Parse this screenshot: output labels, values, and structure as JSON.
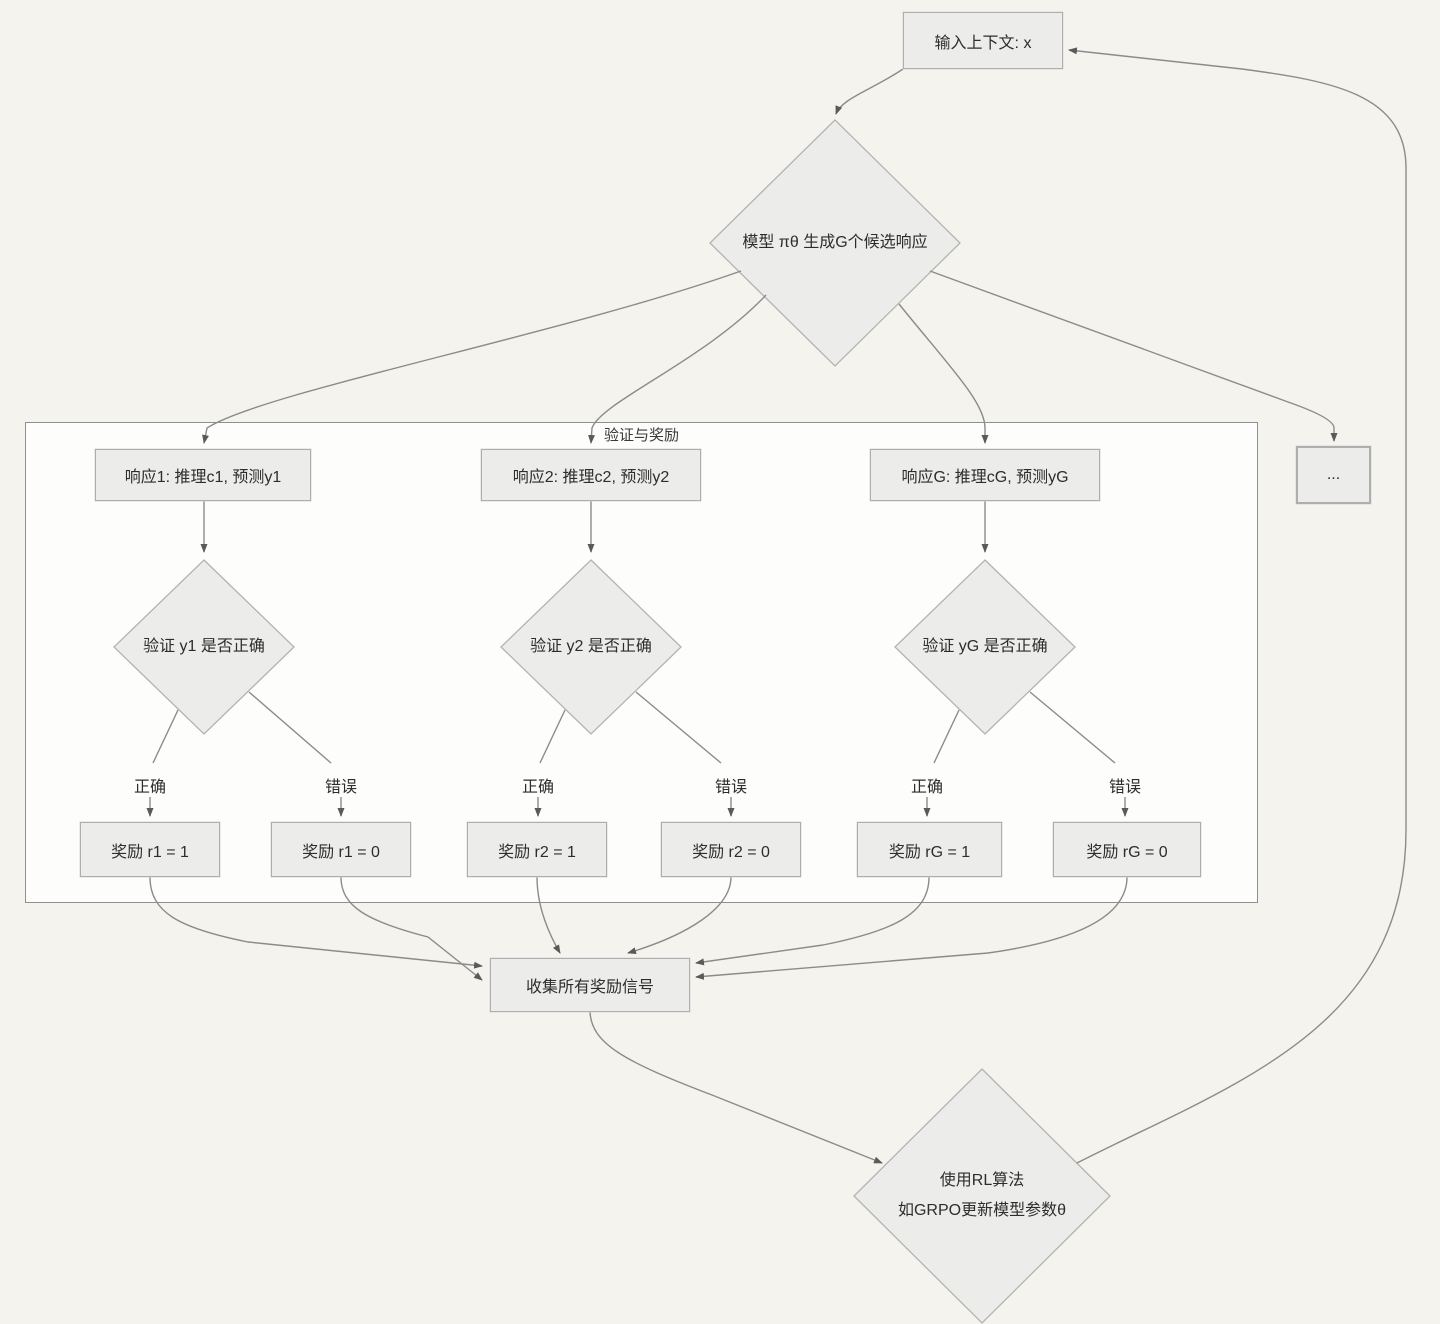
{
  "diagram_title": "GRPO reinforcement-learning reward flow",
  "colors": {
    "background": "#f5f3ee",
    "container_fill": "#fdfdfc",
    "node_fill": "#ececeb",
    "node_border": "#aeaeae",
    "edge": "#8b8b8b",
    "arrowhead": "#5a5a5a",
    "text": "#2d2d2d"
  },
  "nodes": {
    "input": {
      "label": "输入上下文: x"
    },
    "generate": {
      "label": "模型 πθ 生成G个候选响应"
    },
    "section": {
      "label": "验证与奖励"
    },
    "dots": {
      "label": "..."
    },
    "collect": {
      "label": "收集所有奖励信号"
    },
    "update": {
      "label_line1": "使用RL算法",
      "label_line2": "如GRPO更新模型参数θ"
    }
  },
  "groups": [
    {
      "response": "响应1: 推理c1, 预测y1",
      "verify": "验证 y1 是否正确",
      "correct_label": "正确",
      "wrong_label": "错误",
      "reward_correct": "奖励 r1 = 1",
      "reward_wrong": "奖励 r1 = 0"
    },
    {
      "response": "响应2: 推理c2, 预测y2",
      "verify": "验证 y2 是否正确",
      "correct_label": "正确",
      "wrong_label": "错误",
      "reward_correct": "奖励 r2 = 1",
      "reward_wrong": "奖励 r2 = 0"
    },
    {
      "response": "响应G: 推理cG, 预测yG",
      "verify": "验证 yG 是否正确",
      "correct_label": "正确",
      "wrong_label": "错误",
      "reward_correct": "奖励 rG = 1",
      "reward_wrong": "奖励 rG = 0"
    }
  ]
}
